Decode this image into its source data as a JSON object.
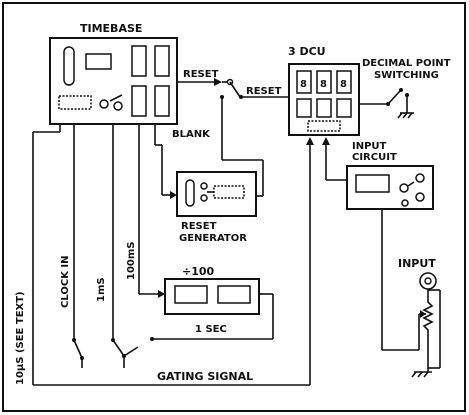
{
  "labels": {
    "timebase": "TIMEBASE",
    "dcu": "3 DCU",
    "decimal_point_line1": "DECIMAL POINT",
    "decimal_point_line2": "SWITCHING",
    "reset_timebase": "RESET",
    "reset_dcu": "RESET",
    "blank": "BLANK",
    "input_circuit_line1": "INPUT",
    "input_circuit_line2": "CIRCUIT",
    "reset_generator_line1": "RESET",
    "reset_generator_line2": "GENERATOR",
    "divider": "÷100",
    "one_sec": "1 SEC",
    "input": "INPUT",
    "gating_signal": "GATING SIGNAL",
    "ten_us": "10μS (SEE TEXT)",
    "clock_in": "CLOCK IN",
    "one_ms": "1mS",
    "hundred_ms": "100mS",
    "dcu_digits": [
      "8",
      "8",
      "8"
    ]
  }
}
